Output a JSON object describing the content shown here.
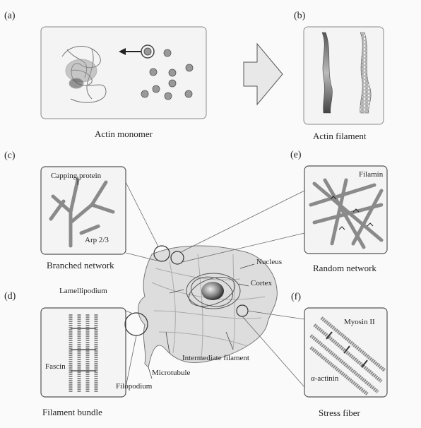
{
  "panels": {
    "a": {
      "letter": "(a)",
      "caption": "Actin monomer"
    },
    "b": {
      "letter": "(b)",
      "caption": "Actin filament"
    },
    "c": {
      "letter": "(c)",
      "caption": "Branched network",
      "labels": [
        "Capping protein",
        "Arp 2/3"
      ]
    },
    "d": {
      "letter": "(d)",
      "caption": "Filament bundle",
      "labels": [
        "Fascin"
      ]
    },
    "e": {
      "letter": "(e)",
      "caption": "Random network",
      "labels": [
        "Filamin"
      ]
    },
    "f": {
      "letter": "(f)",
      "caption": "Stress fiber",
      "labels": [
        "Myosin II",
        "α-actinin"
      ]
    }
  },
  "cell_labels": {
    "nucleus": "Nucleus",
    "cortex": "Cortex",
    "lamellipodium": "Lamellipodium",
    "intermediate_filament": "Intermediate filament",
    "microtubule": "Microtubule",
    "filopodium": "Filopodium"
  },
  "colors": {
    "panel_border": "#8a8a8a",
    "filament": "#9a9a9a",
    "dark": "#333333",
    "arrow_fill": "#e8e8e8"
  }
}
